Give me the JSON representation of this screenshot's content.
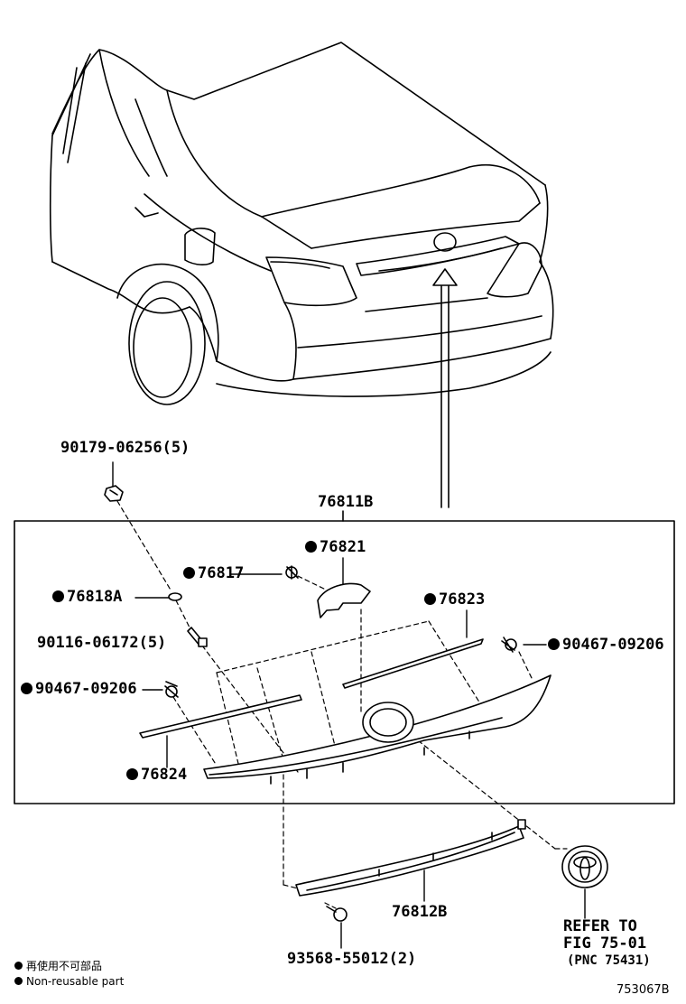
{
  "labels": {
    "p90179": "90179-06256(5)",
    "p76811b": "76811B",
    "p76821": "76821",
    "p76817": "76817",
    "p76818a": "76818A",
    "p76823": "76823",
    "p90116": "90116-06172(5)",
    "p90467_right": "90467-09206",
    "p90467_left": "90467-09206",
    "p76824": "76824",
    "p76812b": "76812B",
    "p93568": "93568-55012(2)"
  },
  "refer": {
    "line1": "REFER TO",
    "line2": "FIG 75-01",
    "line3": "(PNC 75431)"
  },
  "legend": {
    "jp": "再使用不可部品",
    "en": "Non-reusable part"
  },
  "figure_id": "753067B"
}
